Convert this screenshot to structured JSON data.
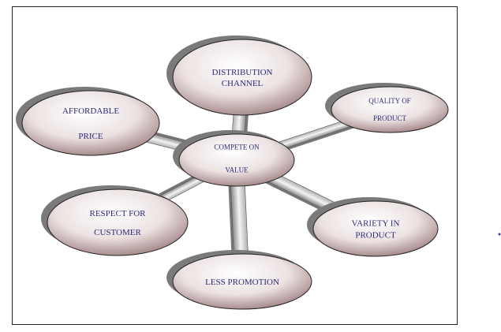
{
  "diagram": {
    "center": {
      "lines": [
        "COMPETE ON",
        "VALUE"
      ]
    },
    "nodes": [
      {
        "id": "distribution-channel",
        "lines": [
          "DISTRIBUTION",
          "CHANNEL"
        ]
      },
      {
        "id": "affordable-price",
        "lines": [
          "AFFORDABLE",
          "PRICE"
        ]
      },
      {
        "id": "quality-of-product",
        "lines": [
          "QUALITY OF",
          "PRODUCT"
        ]
      },
      {
        "id": "respect-for-customer",
        "lines": [
          "RESPECT FOR",
          "CUSTOMER"
        ]
      },
      {
        "id": "variety-in-product",
        "lines": [
          "VARIETY IN",
          "PRODUCT"
        ]
      },
      {
        "id": "less-promotion",
        "lines": [
          "LESS PROMOTION"
        ]
      }
    ],
    "colors": {
      "text": "#2b2b78",
      "shadow": "#7a7a7a",
      "border": "#222222"
    }
  }
}
